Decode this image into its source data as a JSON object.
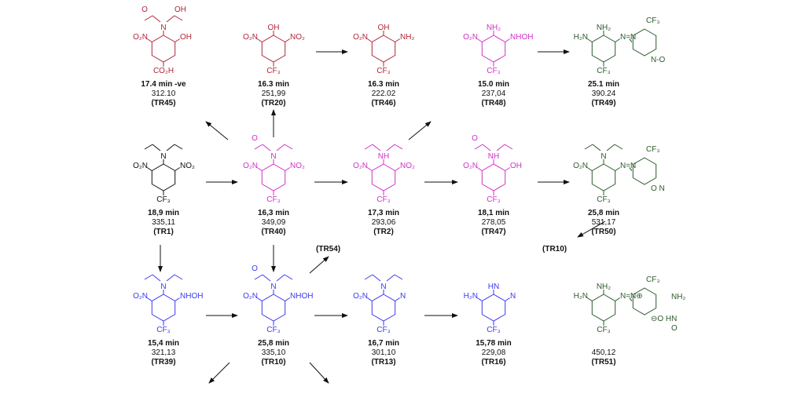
{
  "colors": {
    "red": "#b0253a",
    "magenta": "#d030c8",
    "blue": "#3a3af0",
    "green": "#2d5a2d",
    "black": "#111111"
  },
  "molecules": [
    {
      "id": "(TR45)",
      "time": "17.4 min -ve",
      "mass": "312.10",
      "top": "N",
      "left": "O₂N",
      "right": "OH",
      "bottom": "CO₂H",
      "c1": "O",
      "c2": "OH",
      "color": "red"
    },
    {
      "id": "(TR20)",
      "time": "16.3 min",
      "mass": "251,99",
      "top": "OH",
      "left": "O₂N",
      "right": "NO₂",
      "bottom": "CF₃",
      "color": "red"
    },
    {
      "id": "(TR46)",
      "time": "16.3 min",
      "mass": "222.02",
      "top": "OH",
      "left": "O₂N",
      "right": "NH₂",
      "bottom": "CF₃",
      "color": "red"
    },
    {
      "id": "(TR48)",
      "time": "15.0 min",
      "mass": "237,04",
      "top": "NH₂",
      "left": "O₂N",
      "right": "NHOH",
      "bottom": "CF₃",
      "color": "magenta"
    },
    {
      "id": "(TR49)",
      "time": "25.1 min",
      "mass": "390.24",
      "top": "NH₂",
      "left": "H₂N",
      "right": "N=N",
      "bottom": "CF₃",
      "c1": "CF₃",
      "c2": "N-O",
      "color": "green"
    },
    {
      "id": "(TR1)",
      "time": "18,9 min",
      "mass": "335,11",
      "top": "N",
      "left": "O₂N",
      "right": "NO₂",
      "bottom": "CF₃",
      "color": "black"
    },
    {
      "id": "(TR40)",
      "time": "16,3 min",
      "mass": "349,09",
      "top": "N",
      "left": "O₂N",
      "right": "NO₂",
      "bottom": "CF₃",
      "c1": "O",
      "color": "magenta"
    },
    {
      "id": "(TR2)",
      "time": "17,3 min",
      "mass": "293,06",
      "top": "NH",
      "left": "O₂N",
      "right": "NO₂",
      "bottom": "CF₃",
      "color": "magenta"
    },
    {
      "id": "(TR47)",
      "time": "18,1 min",
      "mass": "278,05",
      "top": "NH",
      "left": "O₂N",
      "right": "OH",
      "bottom": "CF₃",
      "c1": "O",
      "color": "magenta"
    },
    {
      "id": "(TR50)",
      "time": "25,8 min",
      "mass": "531,17",
      "top": "N",
      "left": "O₂N",
      "right": "N=N",
      "bottom": "CF₃",
      "c1": "CF₃",
      "c2": "O N",
      "color": "green"
    },
    {
      "id": "(TR39)",
      "time": "15,4 min",
      "mass": "321,13",
      "top": "N",
      "left": "O₂N",
      "right": "NHOH",
      "bottom": "CF₃",
      "color": "blue"
    },
    {
      "id": "(TR10)",
      "time": "25,8 min",
      "mass": "335,10",
      "top": "N",
      "left": "O₂N",
      "right": "NHOH",
      "bottom": "CF₃",
      "c1": "O",
      "color": "blue"
    },
    {
      "id": "(TR13)",
      "time": "16,7 min",
      "mass": "301,10",
      "top": "N",
      "left": "O₂N",
      "right": "N",
      "bottom": "CF₃",
      "color": "blue"
    },
    {
      "id": "(TR16)",
      "time": "15,78 min",
      "mass": "229,08",
      "top": "HN",
      "left": "H₂N",
      "right": "N",
      "bottom": "CF₃",
      "color": "blue"
    },
    {
      "id": "(TR51)",
      "time": "",
      "mass": "450,12",
      "top": "NH₂",
      "left": "H₂N",
      "right": "N=N⊕",
      "bottom": "CF₃",
      "c1": "CF₃",
      "c2": "⊖O  HN",
      "c3": "NH₂",
      "c4": "O",
      "color": "green"
    }
  ],
  "free_labels": {
    "tr54": "(TR54)",
    "tr10": "(TR10)"
  }
}
